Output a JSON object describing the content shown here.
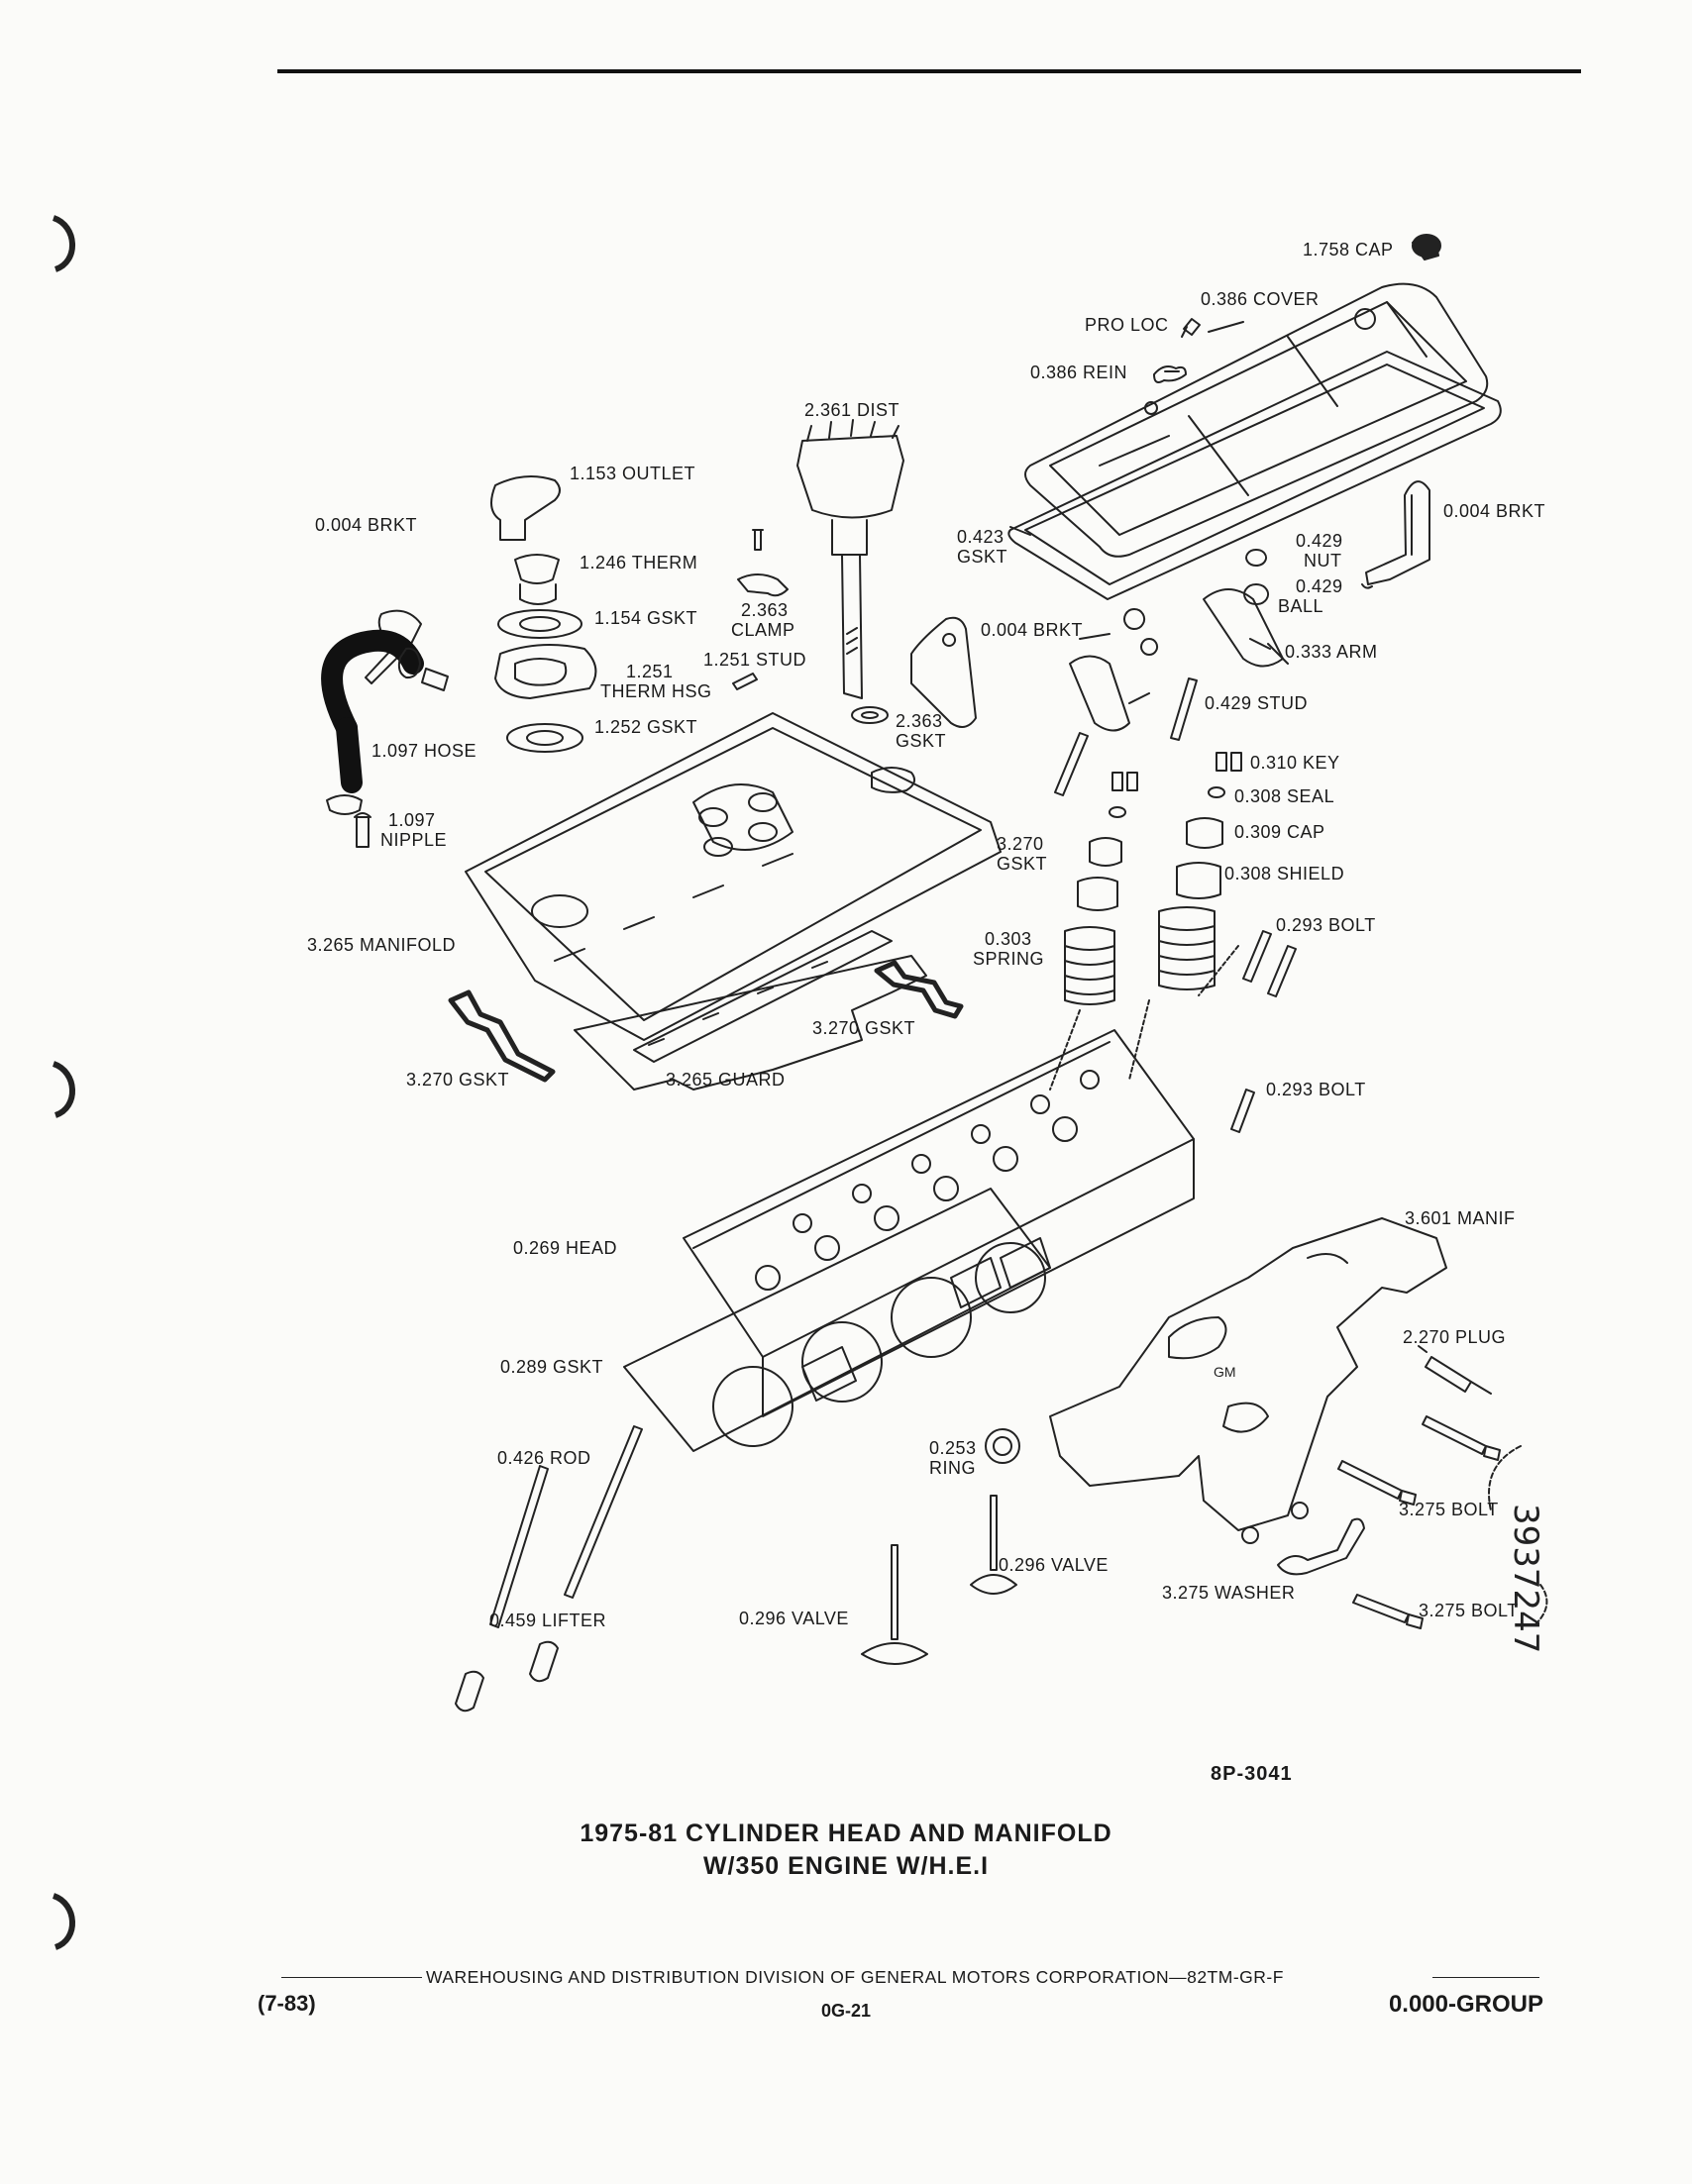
{
  "labels": {
    "cap_1758": "1.758 CAP",
    "cover_0386": "0.386 COVER",
    "pro_loc": "PRO LOC",
    "rein_0386": "0.386 REIN",
    "dist_2361": "2.361 DIST",
    "outlet_1153": "1.153 OUTLET",
    "brkt_0004_left": "0.004 BRKT",
    "therm_1246": "1.246 THERM",
    "gskt_1154": "1.154 GSKT",
    "clamp_2363_a": "2.363",
    "clamp_2363_b": "CLAMP",
    "stud_1251": "1.251 STUD",
    "therm_hsg_a": "1.251",
    "therm_hsg_b": "THERM HSG",
    "gskt_0423_a": "0.423",
    "gskt_0423_b": "GSKT",
    "nut_0429_a": "0.429",
    "nut_0429_b": "NUT",
    "ball_0429_a": "0.429",
    "ball_0429_b": "BALL",
    "brkt_0004_right": "0.004 BRKT",
    "brkt_0004_mid": "0.004 BRKT",
    "arm_0333": "0.333 ARM",
    "stud_0429": "0.429 STUD",
    "gskt_1252": "1.252 GSKT",
    "gskt_2363_a": "2.363",
    "gskt_2363_b": "GSKT",
    "hose_1097": "1.097 HOSE",
    "key_0310": "0.310 KEY",
    "seal_0308": "0.308 SEAL",
    "nipple_a": "1.097",
    "nipple_b": "NIPPLE",
    "cap_0309": "0.309 CAP",
    "gskt_3270_mid_a": "3.270",
    "gskt_3270_mid_b": "GSKT",
    "shield_0308": "0.308 SHIELD",
    "bolt_0293_a": "0.293 BOLT",
    "spring_a": "0.303",
    "spring_b": "SPRING",
    "manifold_3265": "3.265 MANIFOLD",
    "gskt_3270_right": "3.270 GSKT",
    "gskt_3270_left": "3.270 GSKT",
    "guard_3265": "3.265 GUARD",
    "bolt_0293_b": "0.293 BOLT",
    "manif_3601": "3.601 MANIF",
    "head_0269": "0.269 HEAD",
    "plug_2270": "2.270 PLUG",
    "gskt_0289": "0.289 GSKT",
    "rod_0426": "0.426 ROD",
    "ring_a": "0.253",
    "ring_b": "RING",
    "bolt_3275_a": "3.275 BOLT",
    "valve_0296_a": "0.296 VALVE",
    "washer_3275": "3.275 WASHER",
    "valve_0296_b": "0.296 VALVE",
    "lifter_0459": "0.459 LIFTER",
    "bolt_3275_b": "3.275 BOLT",
    "gm_mark": "GM"
  },
  "figure_code": "8P-3041",
  "title_line1": "1975-81 CYLINDER HEAD AND MANIFOLD",
  "title_line2": "W/350 ENGINE W/H.E.I",
  "handwritten": "3937247",
  "footer": {
    "division": "WAREHOUSING AND DISTRIBUTION  DIVISION OF GENERAL MOTORS CORPORATION—82TM-GR-F",
    "date": "(7-83)",
    "page": "0G-21",
    "group": "0.000-GROUP"
  }
}
